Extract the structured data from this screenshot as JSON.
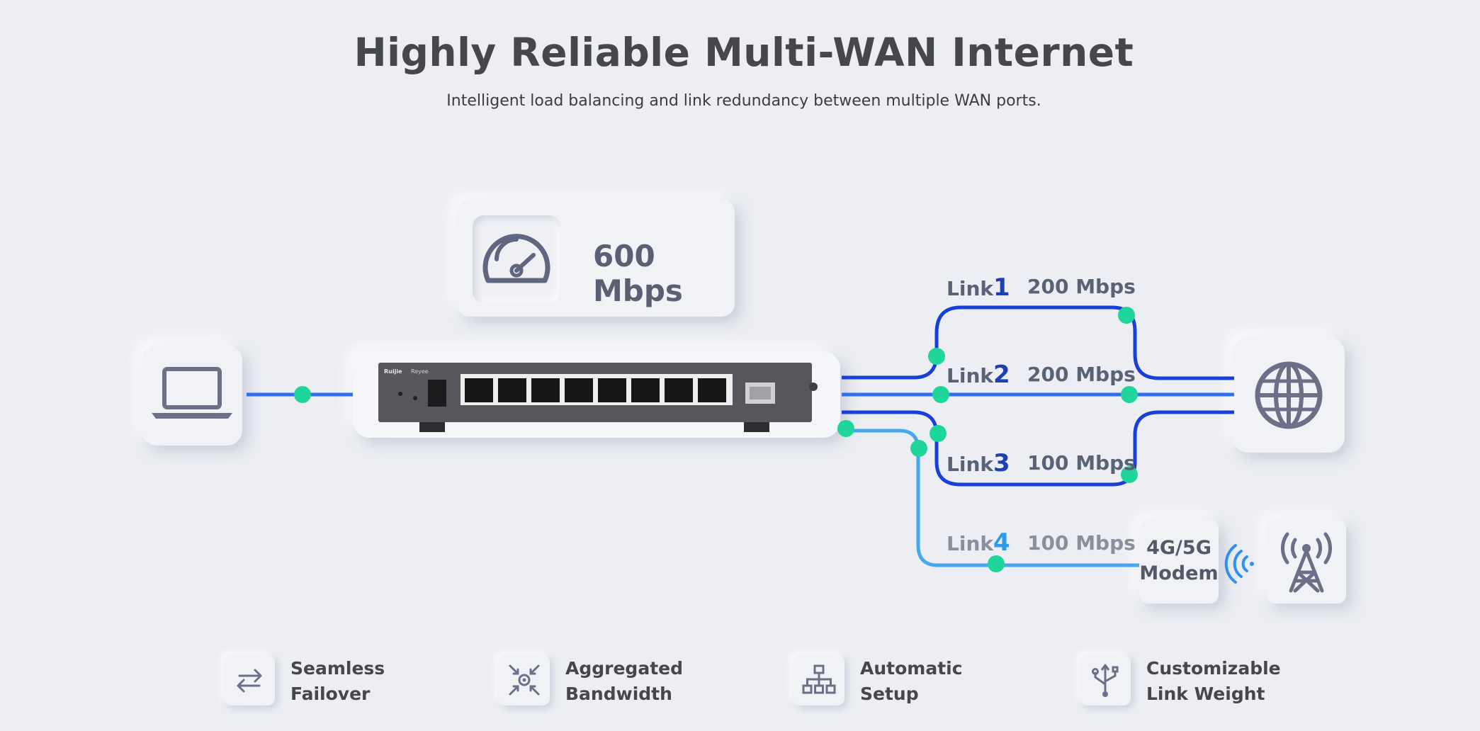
{
  "header": {
    "title": "Highly Reliable Multi-WAN Internet",
    "subtitle": "Intelligent load balancing and link redundancy between multiple WAN ports."
  },
  "speed": {
    "value": "600 Mbps"
  },
  "links": [
    {
      "prefix": "Link",
      "number": "1",
      "rate": "200 Mbps"
    },
    {
      "prefix": "Link",
      "number": "2",
      "rate": "200 Mbps"
    },
    {
      "prefix": "Link",
      "number": "3",
      "rate": "100 Mbps"
    },
    {
      "prefix": "Link",
      "number": "4",
      "rate": "100 Mbps"
    }
  ],
  "modem": {
    "line1": "4G/5G",
    "line2": "Modem"
  },
  "router": {
    "brand": "Ruijie",
    "sub": "Reyee"
  },
  "features": [
    {
      "label": "Seamless\nFailover",
      "icon": "failover-arrows-icon"
    },
    {
      "label": "Aggregated\nBandwidth",
      "icon": "aggregate-icon"
    },
    {
      "label": "Automatic\nSetup",
      "icon": "network-tree-icon"
    },
    {
      "label": "Customizable\nLink Weight",
      "icon": "usb-trident-icon"
    }
  ],
  "colors": {
    "wire_dark": "#1a3fd6",
    "wire_mid": "#2f6ef2",
    "wire_light": "#45a8ee",
    "node": "#1ed59a",
    "icon": "#6b7088"
  }
}
